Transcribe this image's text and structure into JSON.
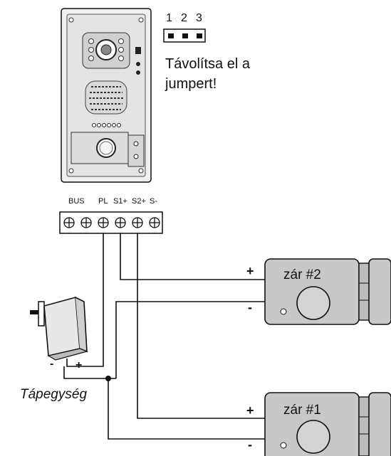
{
  "jumper": {
    "pins": [
      "1",
      "2",
      "3"
    ],
    "note_line1": "Távolítsa el a",
    "note_line2": "jumpert!"
  },
  "terminals": [
    "BUS",
    "PL",
    "S1+",
    "S2+",
    "S-"
  ],
  "locks": [
    {
      "label": "zár #2",
      "plus": "+",
      "minus": "-"
    },
    {
      "label": "zár #1",
      "plus": "+",
      "minus": "-"
    }
  ],
  "psu": {
    "label": "Tápegység",
    "minus": "-",
    "plus": "+"
  },
  "colors": {
    "line": "#111111",
    "panel_fill": "#ececec",
    "lock_fill": "#c8c8c8",
    "device_fill": "#e6e6e6"
  }
}
